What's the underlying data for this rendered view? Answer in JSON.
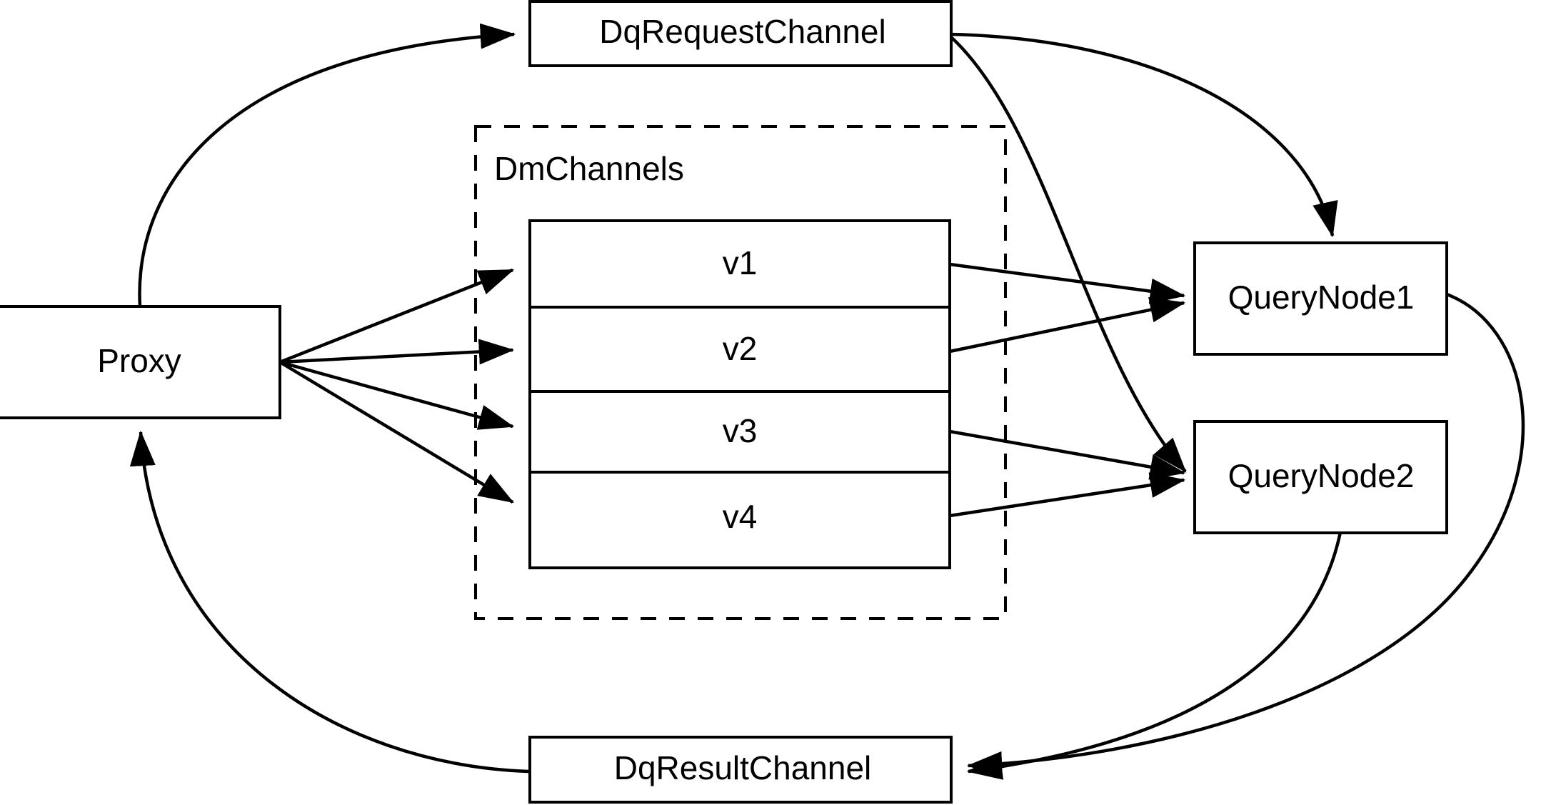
{
  "diagram": {
    "title": "Milvus distributed query routing diagram",
    "background_color": "#ffffff",
    "stroke_color": "#000000",
    "nodes": {
      "proxy": {
        "label": "Proxy"
      },
      "dq_request_channel": {
        "label": "DqRequestChannel"
      },
      "dq_result_channel": {
        "label": "DqResultChannel"
      },
      "query_node_1": {
        "label": "QueryNode1"
      },
      "query_node_2": {
        "label": "QueryNode2"
      }
    },
    "group": {
      "label": "DmChannels",
      "style": "dashed",
      "rows": [
        {
          "label": "v1"
        },
        {
          "label": "v2"
        },
        {
          "label": "v3"
        },
        {
          "label": "v4"
        }
      ]
    },
    "edges": [
      {
        "from": "Proxy",
        "to": "DqRequestChannel",
        "arrow": true
      },
      {
        "from": "Proxy",
        "to": "v1",
        "arrow": true
      },
      {
        "from": "Proxy",
        "to": "v2",
        "arrow": true
      },
      {
        "from": "Proxy",
        "to": "v3",
        "arrow": true
      },
      {
        "from": "Proxy",
        "to": "v4",
        "arrow": true
      },
      {
        "from": "DqRequestChannel",
        "to": "QueryNode1",
        "arrow": true
      },
      {
        "from": "DqRequestChannel",
        "to": "QueryNode2",
        "arrow": true
      },
      {
        "from": "v1",
        "to": "QueryNode1",
        "arrow": true
      },
      {
        "from": "v2",
        "to": "QueryNode1",
        "arrow": true
      },
      {
        "from": "v3",
        "to": "QueryNode2",
        "arrow": true
      },
      {
        "from": "v4",
        "to": "QueryNode2",
        "arrow": true
      },
      {
        "from": "QueryNode1",
        "to": "DqResultChannel",
        "arrow": true
      },
      {
        "from": "QueryNode2",
        "to": "DqResultChannel",
        "arrow": true
      },
      {
        "from": "DqResultChannel",
        "to": "Proxy",
        "arrow": true
      }
    ]
  }
}
